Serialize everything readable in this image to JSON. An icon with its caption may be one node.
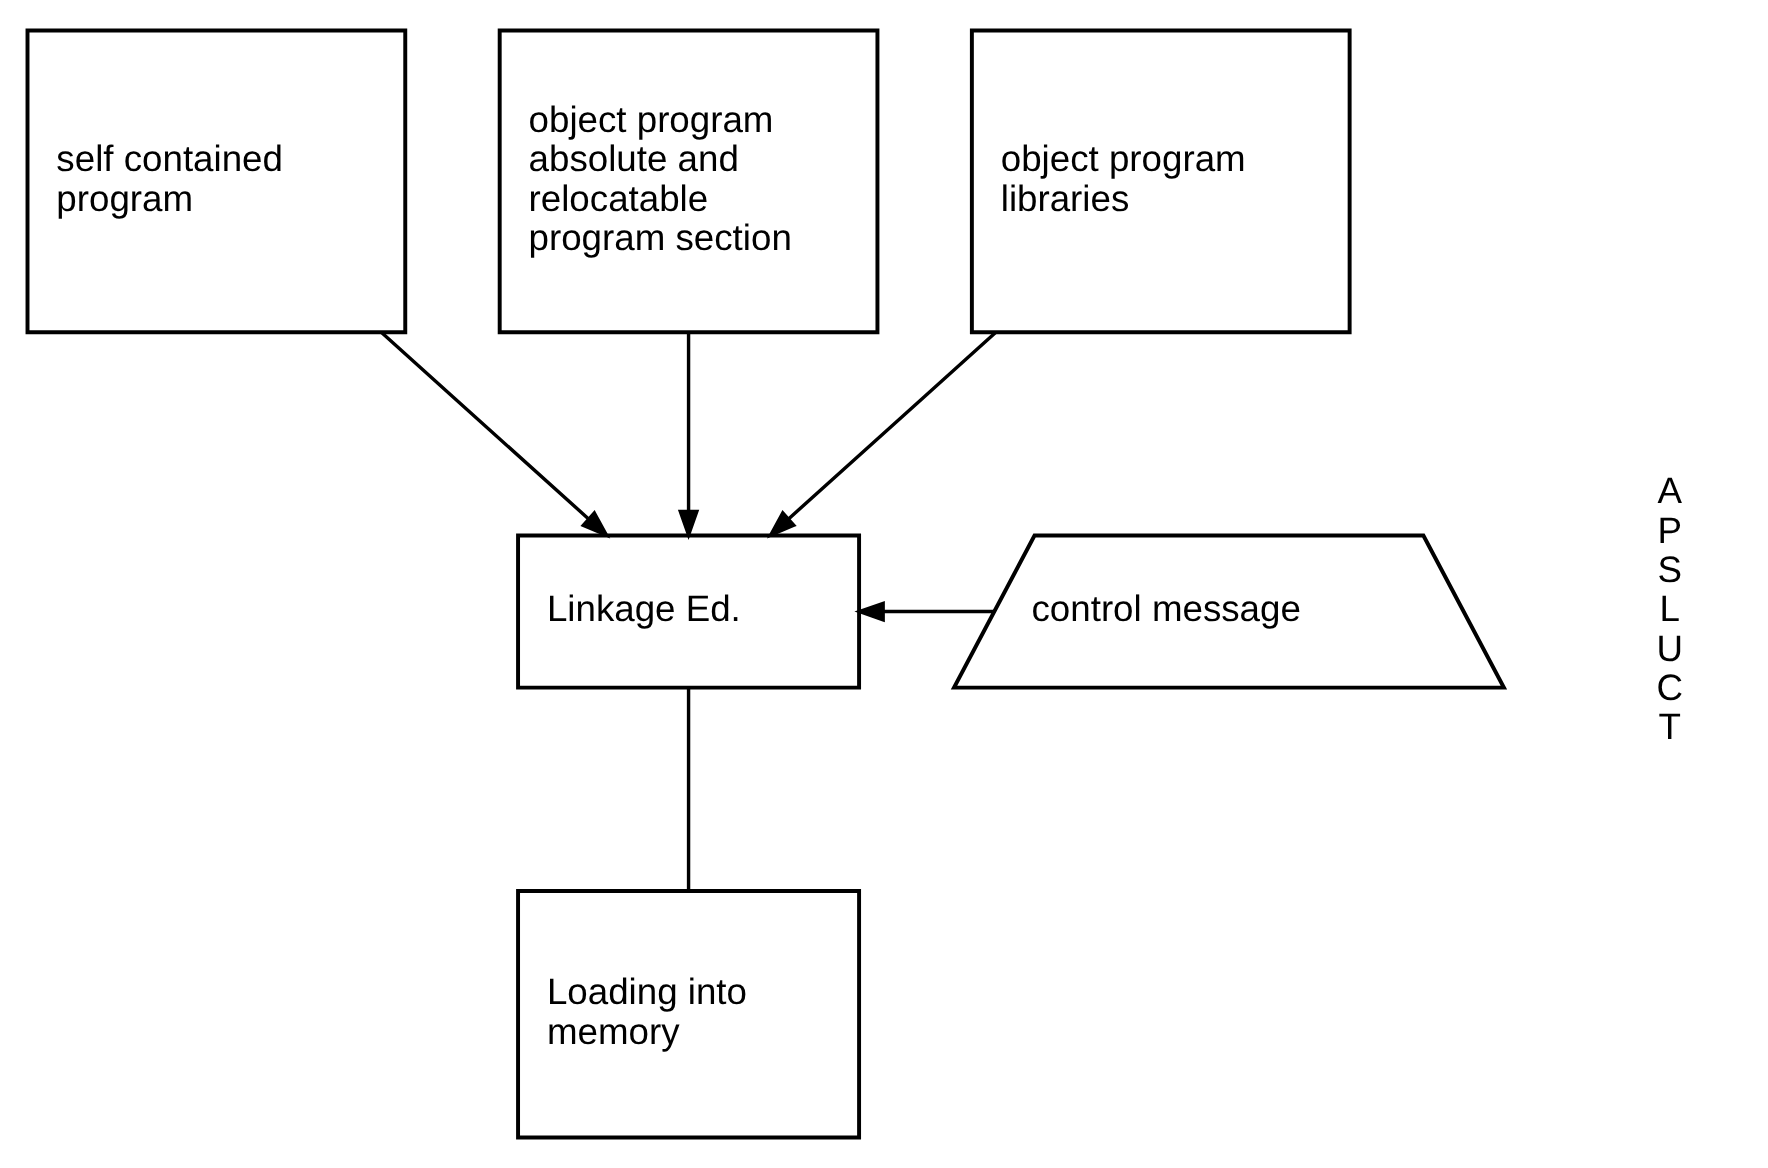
{
  "diagram": {
    "nodes": [
      {
        "text": [
          "self contained program"
        ]
      },
      {
        "text": [
          "object program absolute and relocatable program section"
        ]
      },
      {
        "text": [
          "object program libraries"
        ]
      },
      {
        "text": [
          "Linkage Ed."
        ]
      },
      {
        "text": [
          "control message"
        ]
      },
      {
        "text": [
          "Loading into memory"
        ]
      }
    ],
    "edges": [
      {
        "from": 0,
        "to": 3,
        "arrow": "to"
      },
      {
        "from": 1,
        "to": 3,
        "arrow": "to"
      },
      {
        "from": 2,
        "to": 3,
        "arrow": "to"
      },
      {
        "from": 4,
        "to": 3,
        "arrow": "to"
      },
      {
        "from": 3,
        "to": 5,
        "arrow": "none"
      }
    ],
    "labels": [
      "A P S L U C T"
    ]
  }
}
